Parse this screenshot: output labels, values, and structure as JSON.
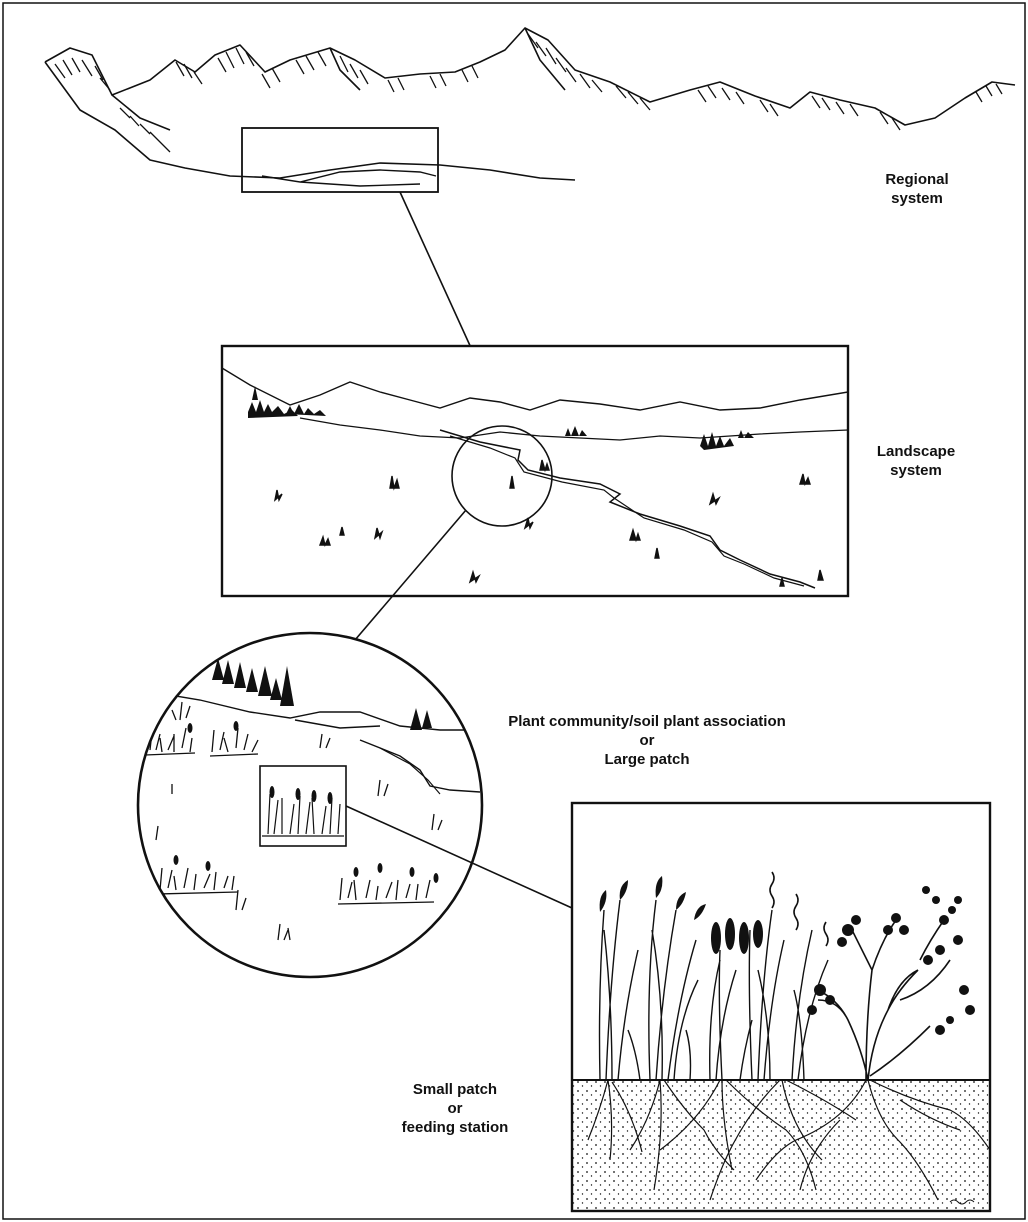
{
  "labels": {
    "regional": [
      "Regional",
      "system"
    ],
    "landscape": [
      "Landscape",
      "system"
    ],
    "community": [
      "Plant community/soil plant association",
      "or",
      "Large patch"
    ],
    "small_patch": [
      "Small patch",
      "or",
      "feeding station"
    ]
  },
  "colors": {
    "ink": "#111111",
    "paper": "#ffffff"
  }
}
